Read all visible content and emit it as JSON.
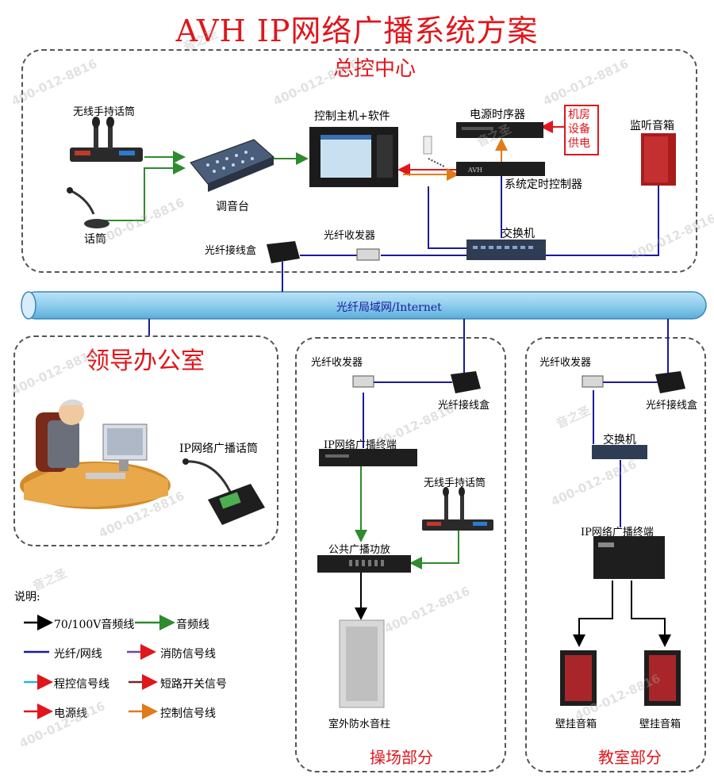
{
  "title": "AVH IP网络广播系统方案",
  "regions": {
    "control": "总控中心",
    "office": "领导办公室",
    "playground": "操场部分",
    "classroom": "教室部分"
  },
  "network_label": "光纤局域网/Internet",
  "control_center": {
    "wireless_mic": "无线手持话筒",
    "mic": "话筒",
    "mixer": "调音台",
    "host": "控制主机+软件",
    "power_seq": "电源时序器",
    "room_power": "机房\n设备\n供电",
    "timer": "系统定时控制器",
    "monitor": "监听音箱",
    "switch": "交换机",
    "fiber_transceiver": "光纤收发器",
    "fiber_box": "光纤接线盒"
  },
  "office": {
    "ip_mic": "IP网络广播话筒"
  },
  "playground": {
    "fiber_transceiver": "光纤收发器",
    "fiber_box": "光纤接线盒",
    "terminal": "IP网络广播终端",
    "wireless_mic": "无线手持话筒",
    "amp": "公共广播功放",
    "speaker": "室外防水音柱"
  },
  "classroom": {
    "fiber_transceiver": "光纤收发器",
    "fiber_box": "光纤接线盒",
    "switch": "交换机",
    "terminal": "IP网络广播终端",
    "speaker1": "壁挂音箱",
    "speaker2": "壁挂音箱"
  },
  "legend": {
    "heading": "说明:",
    "items": [
      {
        "label": "70/100V音频线",
        "color": "#000000"
      },
      {
        "label": "音频线",
        "color": "#2e8b2e"
      },
      {
        "label": "光纤/网线",
        "color": "#1a1a9e"
      },
      {
        "label": "消防信号线",
        "color": "#7b3fa8"
      },
      {
        "label": "程控信号线",
        "color": "#2ab0e8"
      },
      {
        "label": "短路开关信号",
        "color": "#6b2a2a"
      },
      {
        "label": "电源线",
        "color": "#e0161b"
      },
      {
        "label": "控制信号线",
        "color": "#e07a1a"
      }
    ]
  },
  "watermark": "400-012-8816",
  "watermark_mark": "音之圣"
}
